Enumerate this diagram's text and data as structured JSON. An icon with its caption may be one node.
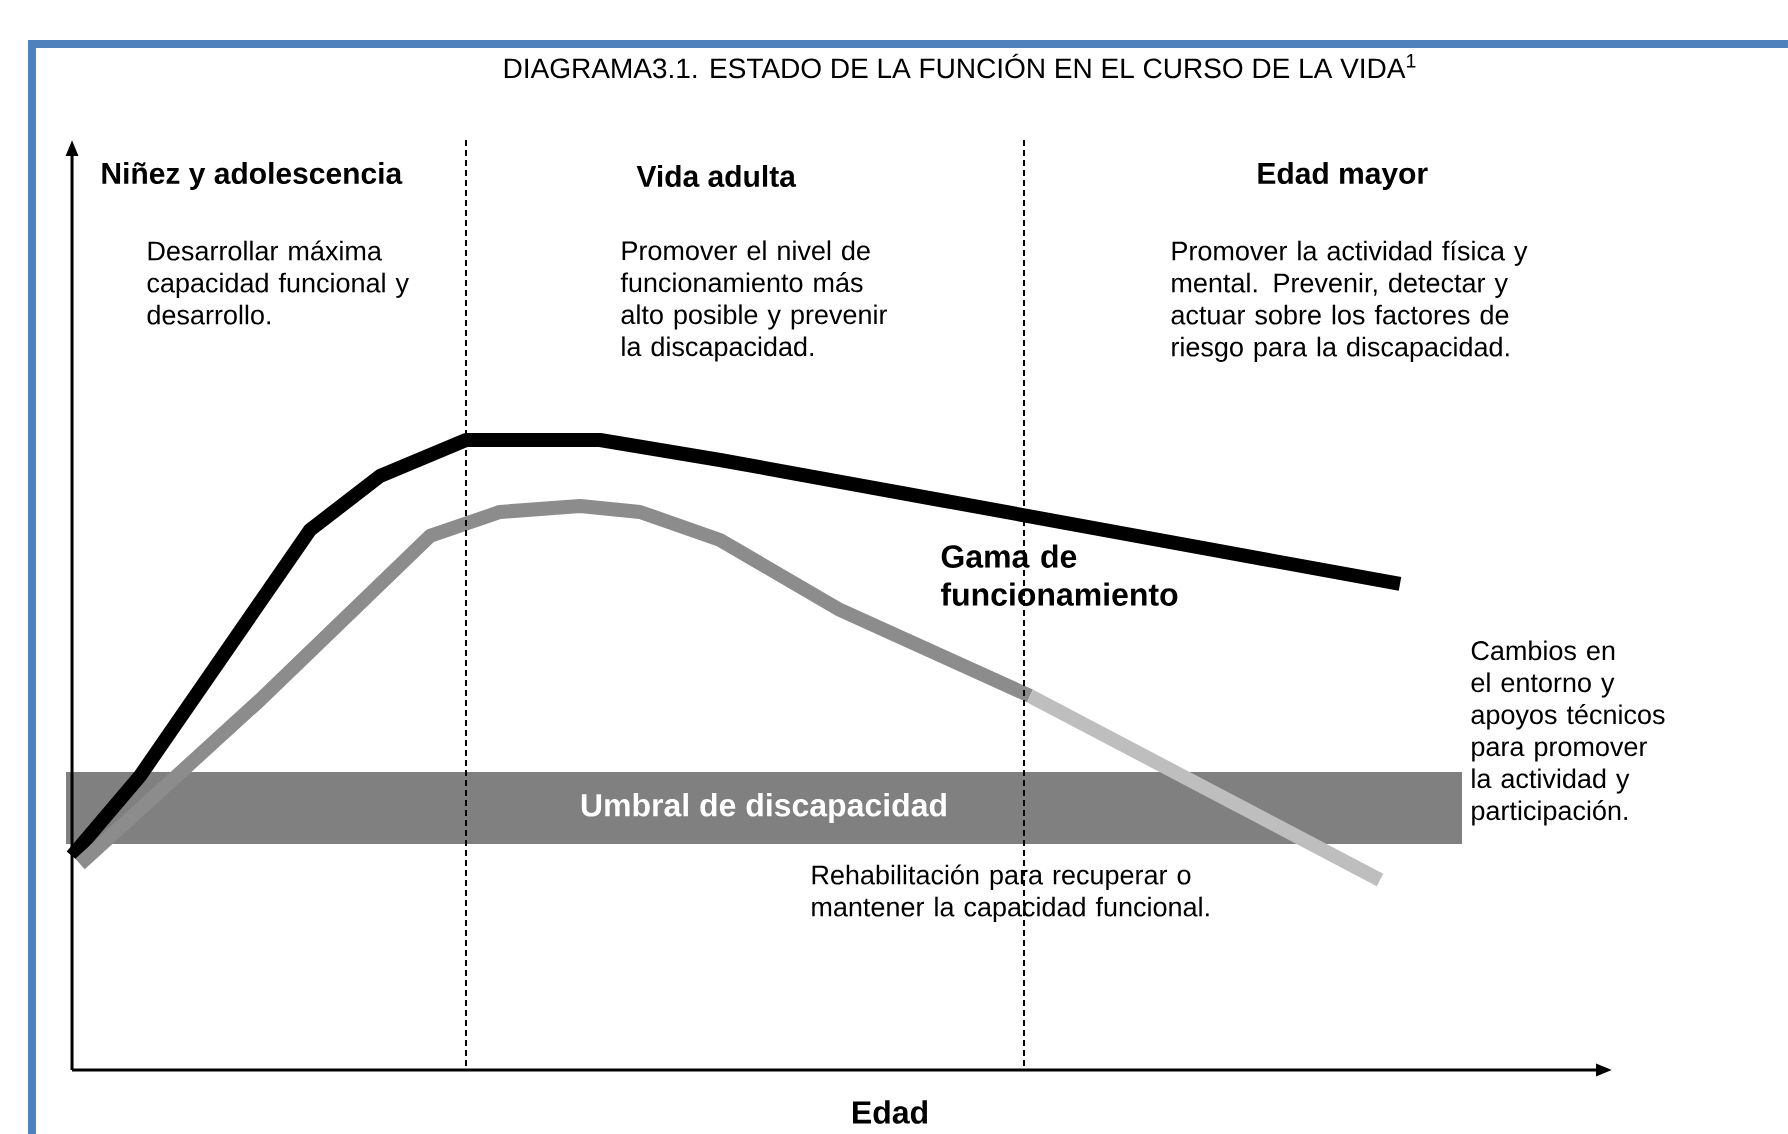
{
  "diagram": {
    "title": "DIAGRAMA3.1. ESTADO DE LA FUNCIÓN EN EL CURSO DE LA VIDA$^{1}$",
    "nodes": [
      {
        "text": [
          "Umbral de discapacidad"
        ]
      }
    ],
    "labels": [
      "Niñez y adolescencia",
      "Vida adulta",
      "Edad mayor",
      "Desarrollar máxima capacidad funcional y desarrollo.",
      "Promover el nivel de funcionamiento más alto posible y prevenir la discapacidad.",
      "Promover la actividad física y mental.   Prevenir, detectar y actuar sobre los factores de riesgo para la discapacidad.",
      "Gama de funcionamiento",
      "Cambios en el entorno y apoyos técnicos para promover la actividad y participación.",
      "Rehabilitación para recuperar o mantener la capacidad funcional.",
      "Edad"
    ]
  }
}
